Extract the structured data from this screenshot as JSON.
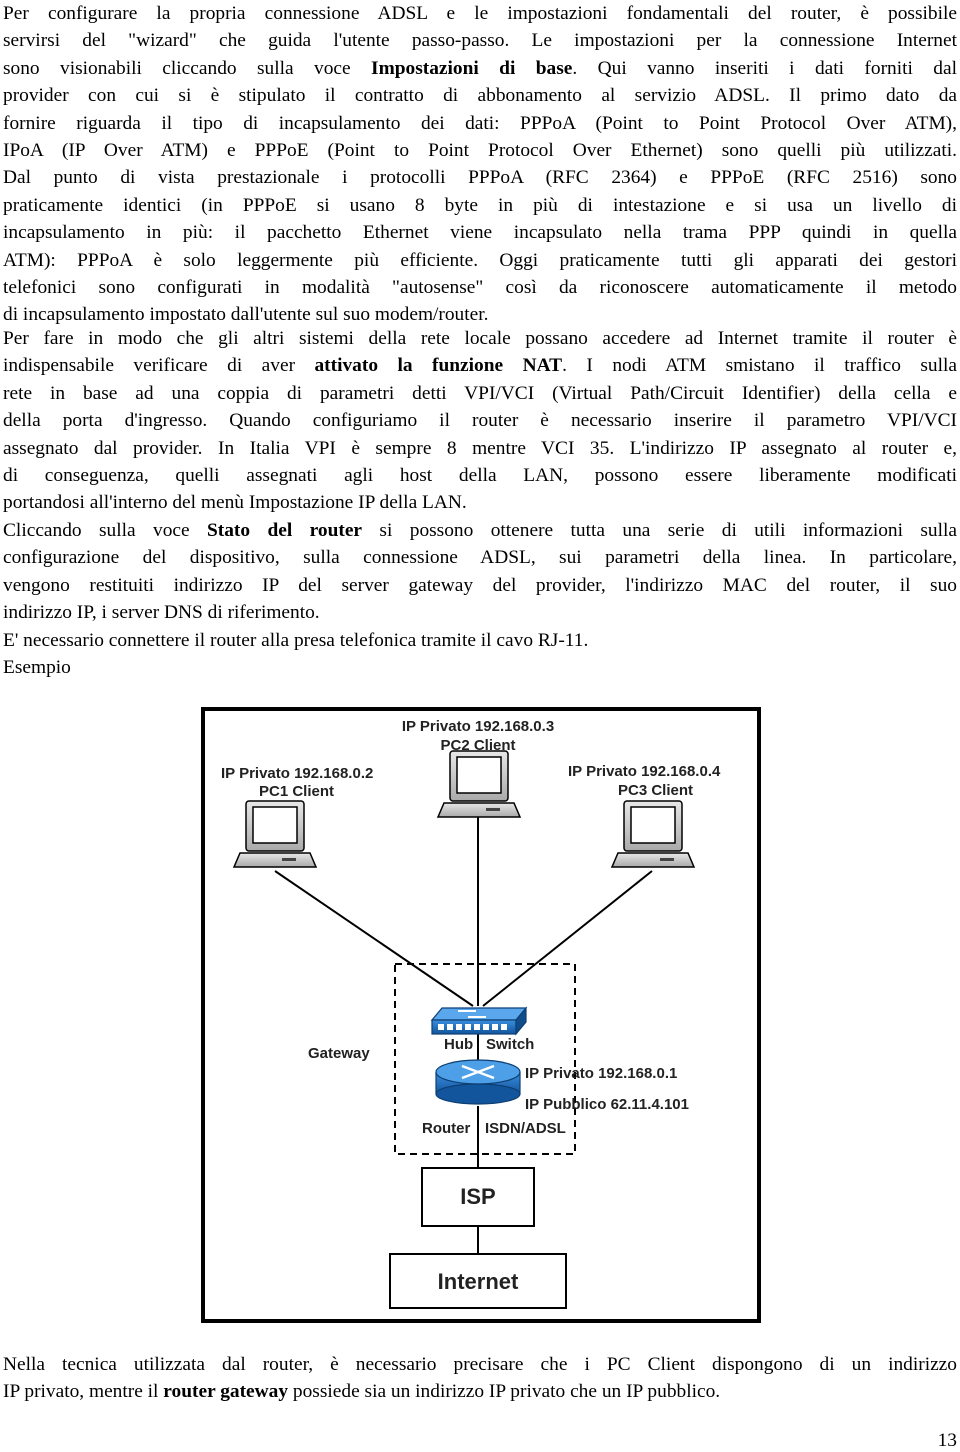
{
  "p1": [
    [
      "Per configurare la propria connessione ADSL e le impostazioni fondamentali del router, è possibile"
    ],
    [
      "servirsi del \"wizard\" che guida l'utente passo-passo. Le impostazioni per la connessione Internet"
    ],
    [
      "sono visionabili cliccando sulla voce ",
      "Impostazioni di base",
      ". Qui vanno inseriti i dati forniti dal"
    ],
    [
      "provider con cui si è stipulato il contratto di abbonamento al servizio ADSL. Il primo dato da"
    ],
    [
      "fornire riguarda il tipo di incapsulamento dei dati: PPPoA (Point to Point Protocol Over ATM),"
    ],
    [
      "IPoA (IP Over ATM) e PPPoE (Point to Point Protocol Over Ethernet) sono quelli più utilizzati."
    ],
    [
      "Dal punto di vista prestazionale i protocolli PPPoA (RFC 2364) e PPPoE (RFC 2516) sono"
    ],
    [
      "praticamente identici (in PPPoE si usano 8 byte in più di intestazione e si usa un livello di"
    ],
    [
      "incapsulamento in più: il pacchetto Ethernet viene incapsulato nella trama PPP quindi in quella"
    ],
    [
      "ATM): PPPoA è solo leggermente più efficiente. Oggi praticamente tutti gli apparati dei gestori"
    ],
    [
      "telefonici sono configurati in modalità \"autosense\" così da riconoscere automaticamente il metodo"
    ],
    [
      "di incapsulamento impostato dall'utente sul suo modem/router."
    ]
  ],
  "p2": [
    [
      "Per fare in modo che gli altri sistemi della rete locale possano accedere ad Internet tramite il router è"
    ],
    [
      "indispensabile verificare di aver ",
      "attivato la funzione NAT",
      ". I nodi ATM smistano il traffico sulla"
    ],
    [
      "rete in base ad una coppia di parametri detti VPI/VCI (Virtual Path/Circuit Identifier) della cella e"
    ],
    [
      "della porta d'ingresso. Quando configuriamo il router è necessario inserire il parametro VPI/VCI"
    ],
    [
      "assegnato dal provider. In Italia VPI è sempre 8 mentre VCI 35. L'indirizzo IP assegnato al router e,"
    ],
    [
      "di conseguenza, quelli assegnati agli host della LAN, possono essere liberamente modificati"
    ],
    [
      "portandosi all'interno del menù Impostazione IP della LAN."
    ]
  ],
  "p3": [
    [
      "Cliccando sulla voce ",
      "Stato del router",
      " si possono ottenere tutta una serie di utili informazioni sulla"
    ],
    [
      "configurazione del dispositivo, sulla connessione ADSL, sui parametri della linea. In particolare,"
    ],
    [
      "vengono restituiti indirizzo IP del server gateway del provider, l'indirizzo MAC del router, il suo"
    ],
    [
      "indirizzo IP, i server DNS di riferimento."
    ]
  ],
  "p4": [
    [
      "E' necessario connettere il router alla presa telefonica tramite il cavo RJ-11."
    ]
  ],
  "p5": [
    [
      "Esempio"
    ]
  ],
  "p6": [
    [
      "Nella tecnica utilizzata dal router, è necessario precisare che i PC Client dispongono di un indirizzo"
    ],
    [
      "IP privato, mentre il ",
      "router gateway",
      " possiede sia un indirizzo IP privato che un IP pubblico."
    ]
  ],
  "diagram": {
    "pc1": {
      "ip": "IP Privato 192.168.0.2",
      "name": "PC1 Client"
    },
    "pc2": {
      "ip": "IP Privato 192.168.0.3",
      "name": "PC2 Client"
    },
    "pc3": {
      "ip": "IP Privato 192.168.0.4",
      "name": "PC3 Client"
    },
    "gateway": "Gateway",
    "hub": "Hub",
    "switch": "Switch",
    "router_ip_private": "IP Privato 192.168.0.1",
    "router_ip_public": "IP Pubblico 62.11.4.101",
    "router": "Router",
    "router_type": "ISDN/ADSL",
    "isp": "ISP",
    "internet": "Internet",
    "colors": {
      "device_blue": "#1f6fc0",
      "line": "#000000",
      "screen": "#ffffff",
      "case": "#c8c8c8"
    }
  },
  "page_number": "13"
}
